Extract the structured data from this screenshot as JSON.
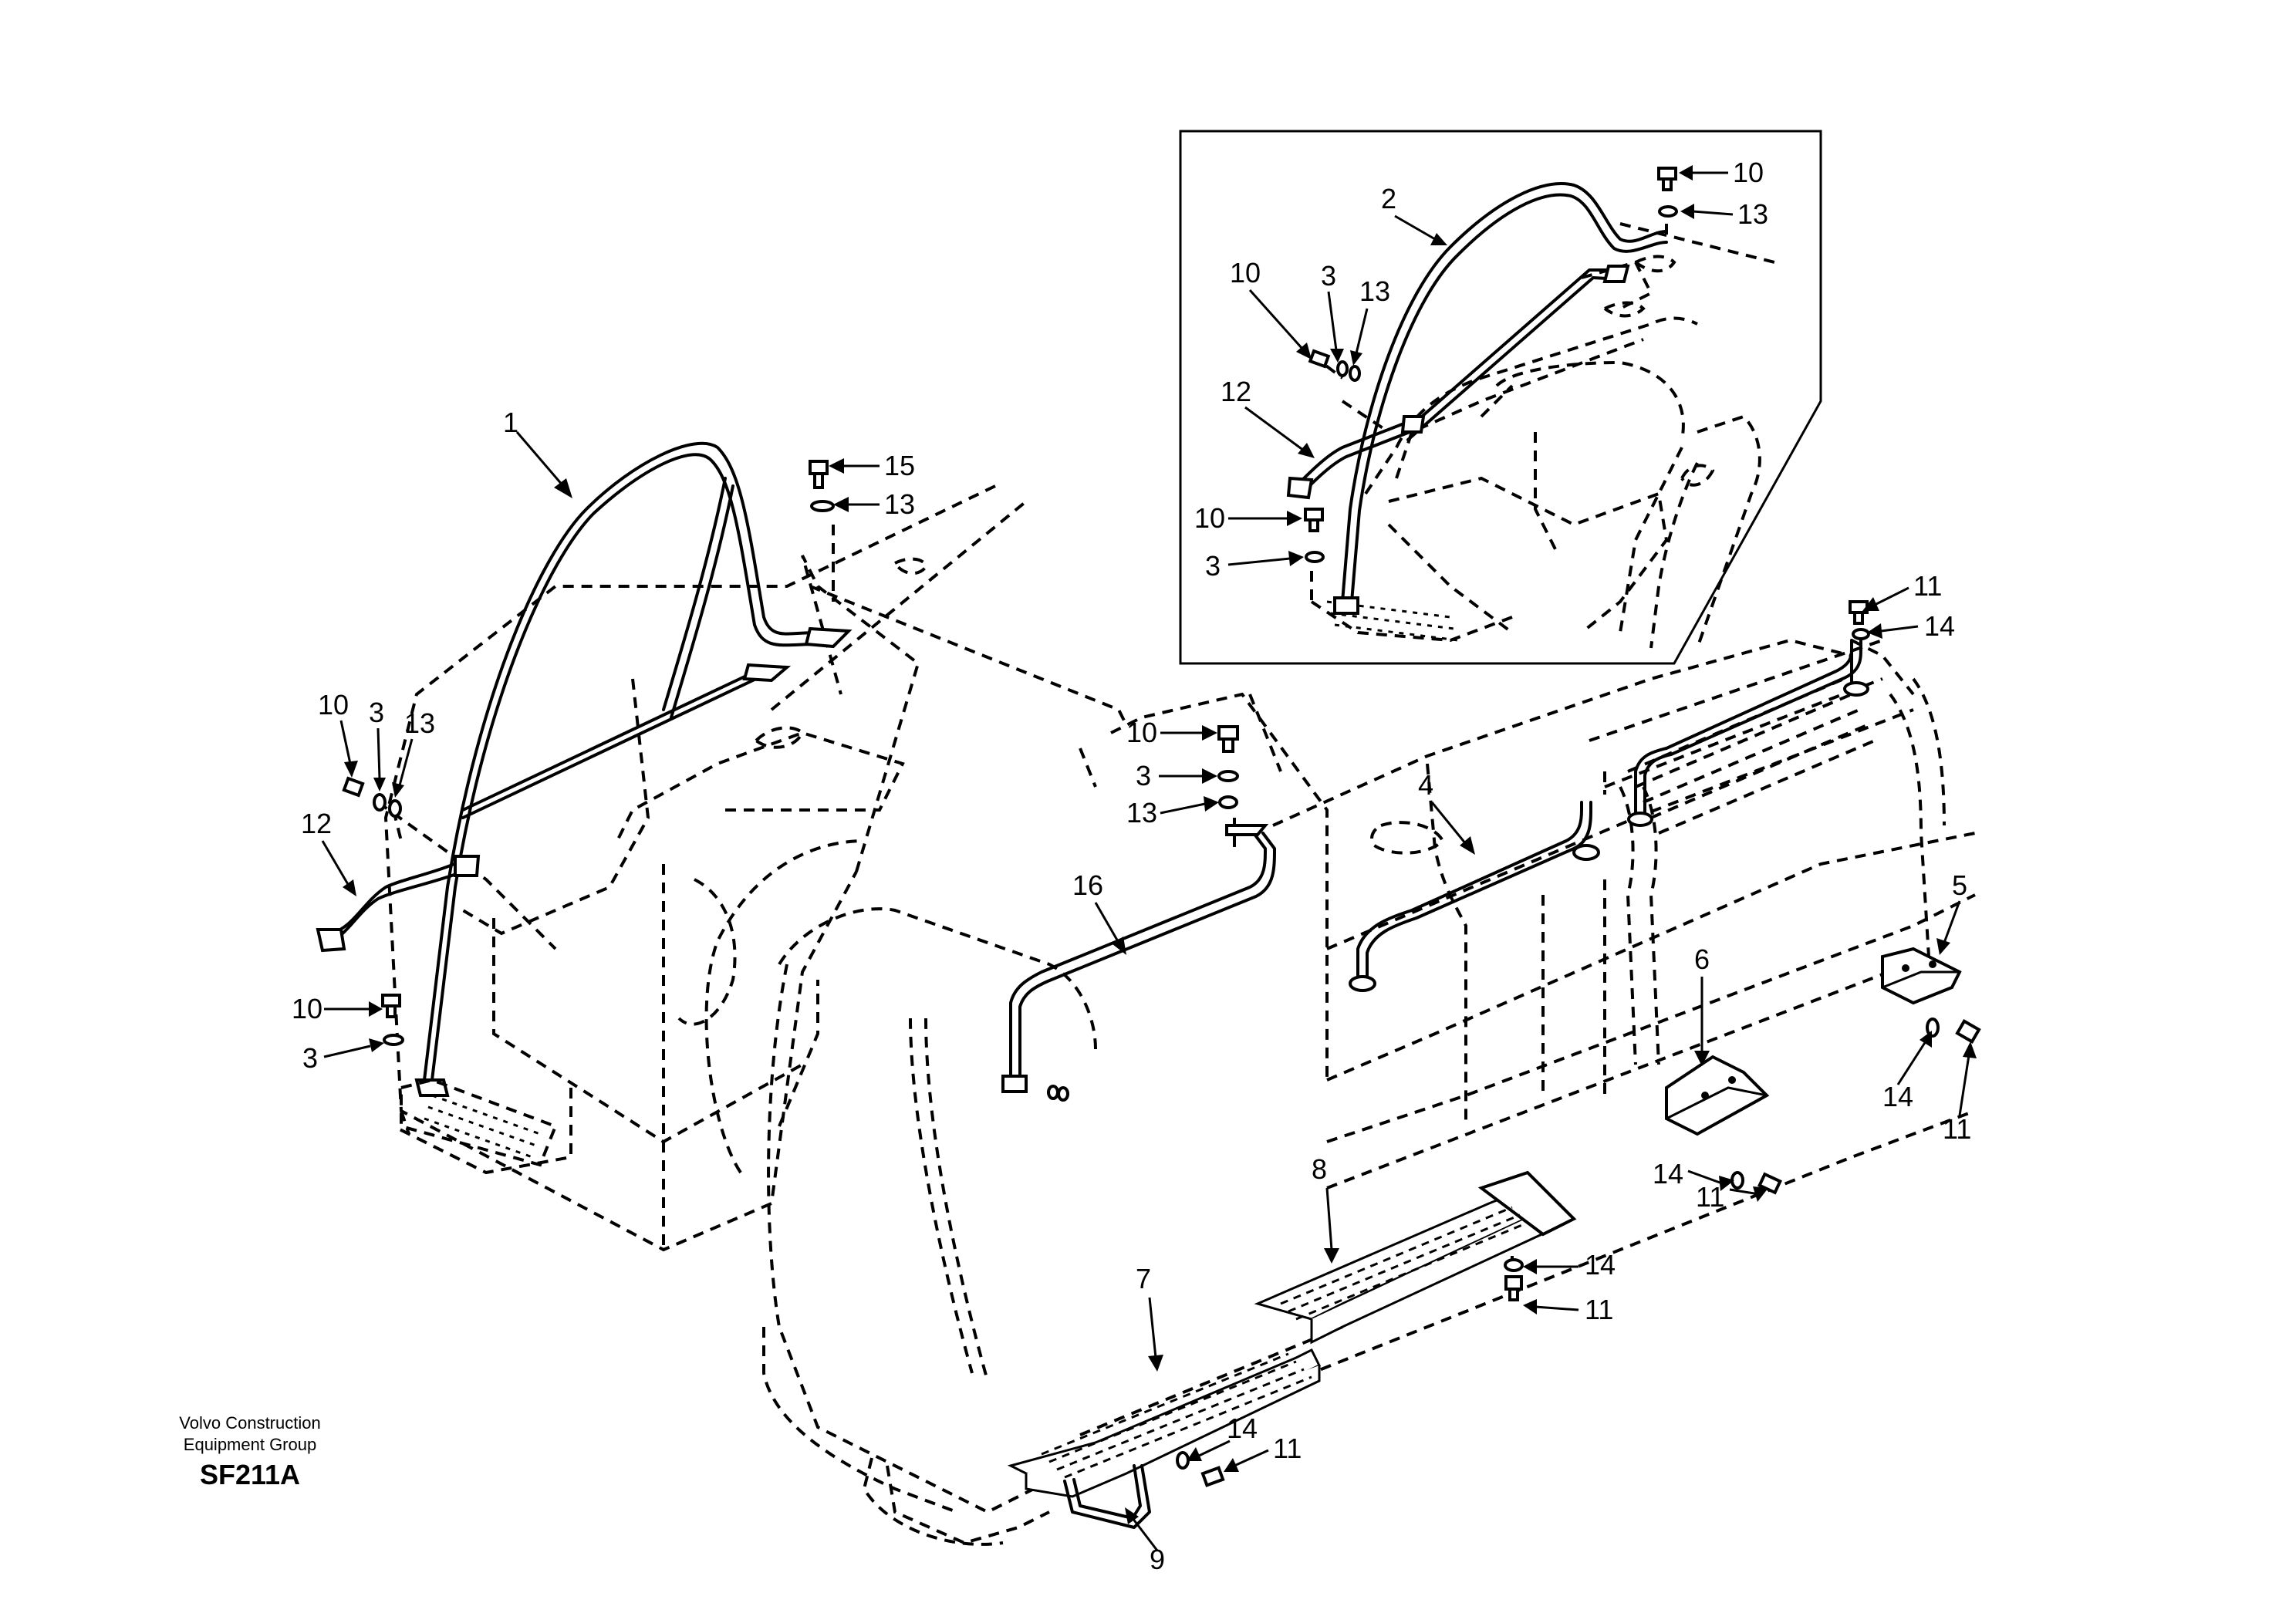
{
  "footer": {
    "company_line1": "Volvo Construction",
    "company_line2": "Equipment Group",
    "code": "SF211A"
  },
  "callouts": {
    "main": {
      "c1": "1",
      "c15": "15",
      "c13a": "13",
      "c10a": "10",
      "c3a": "3",
      "c13b": "13",
      "c12": "12",
      "c10b": "10",
      "c3b": "3",
      "c10c": "10",
      "c3c": "3",
      "c13c": "13",
      "c16": "16",
      "c4": "4",
      "c11a": "11",
      "c14a": "14",
      "c5": "5",
      "c6": "6",
      "c14b": "14",
      "c11b": "11",
      "c14c": "14",
      "c11c": "11",
      "c8": "8",
      "c14d": "14",
      "c11d": "11",
      "c7": "7",
      "c14e": "14",
      "c11e": "11",
      "c9": "9"
    },
    "inset": {
      "c2": "2",
      "c10a": "10",
      "c13a": "13",
      "c10b": "10",
      "c3a": "3",
      "c13b": "13",
      "c12": "12",
      "c10c": "10",
      "c3b": "3"
    }
  }
}
